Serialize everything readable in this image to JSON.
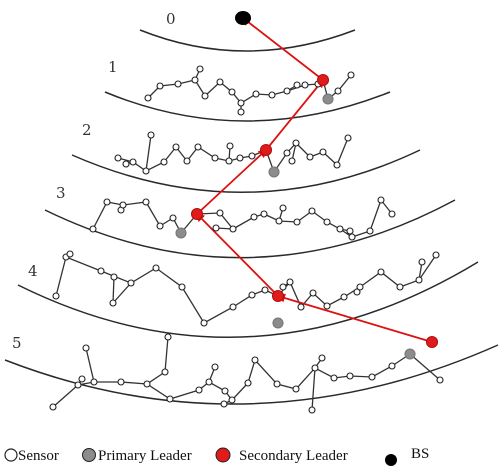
{
  "levels": [
    "0",
    "1",
    "2",
    "3",
    "4",
    "5"
  ],
  "legend": {
    "sensor": "Sensor",
    "primary_leader": "Primary Leader",
    "secondary_leader": "Secondary Leader",
    "bs": "BS"
  },
  "colors": {
    "sensor_fill": "#ffffff",
    "primary_leader": "#8c8c8c",
    "secondary_leader": "#e01b1b",
    "route": "#dd1111",
    "bs": "#000000"
  }
}
